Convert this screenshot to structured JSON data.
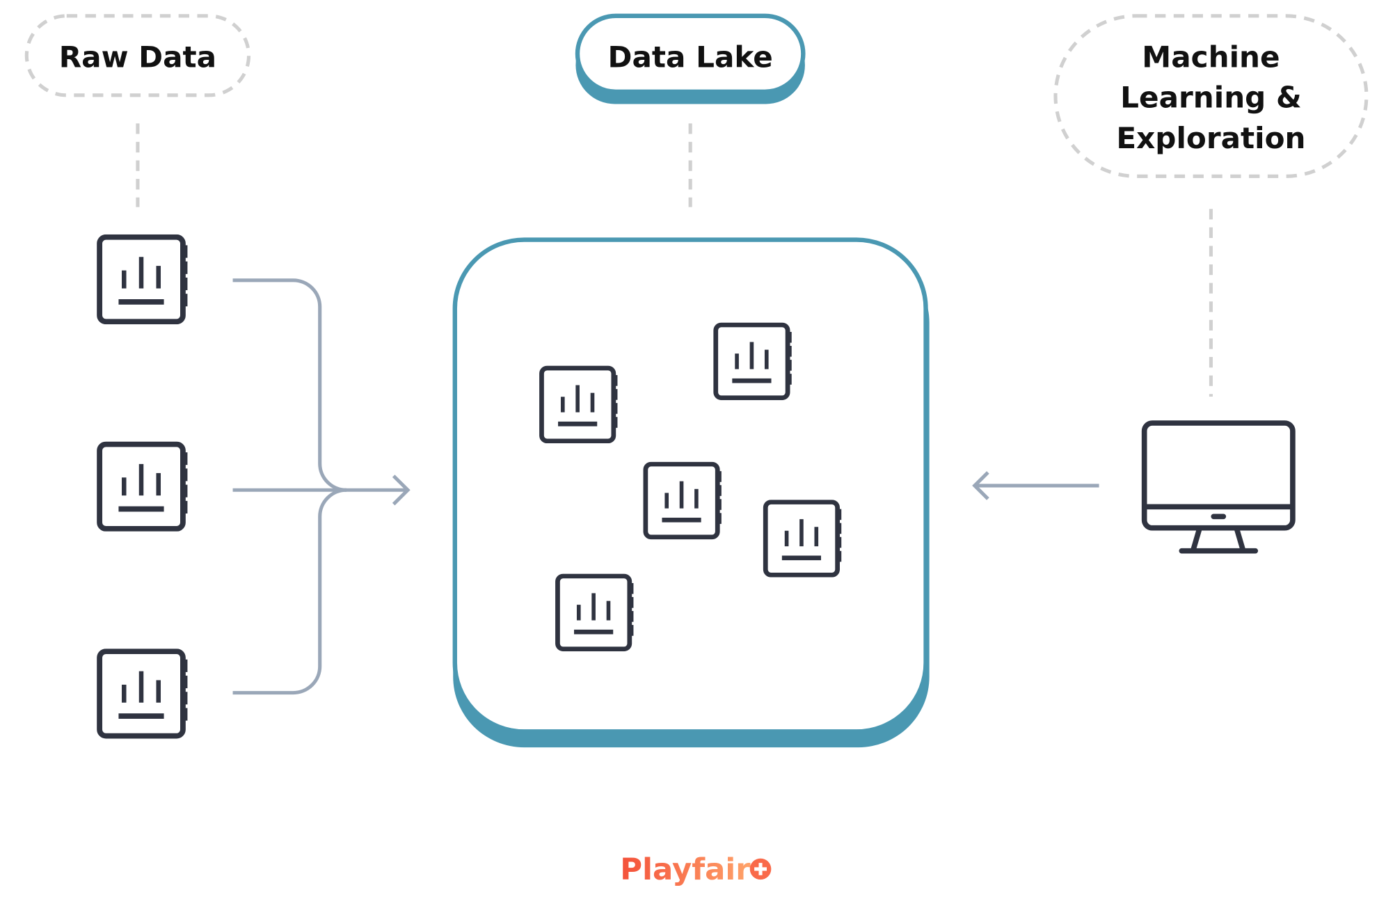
{
  "labels": {
    "raw_data": "Raw Data",
    "data_lake": "Data Lake",
    "ml_line1": "Machine",
    "ml_line2": "Learning &",
    "ml_line3": "Exploration"
  },
  "logo": {
    "text": "Playfair",
    "icon": "plus-circle-icon"
  },
  "colors": {
    "accent": "#4a98b2",
    "icon": "#2f3340",
    "connector": "#9aa7b8",
    "dashed": "#d0d0d0",
    "logo_start": "#f4513a",
    "logo_end": "#ffa36a"
  },
  "icons": {
    "raw_sources": [
      "notebook-chart-icon",
      "notebook-chart-icon",
      "notebook-chart-icon"
    ],
    "lake_items": [
      "notebook-chart-icon",
      "notebook-chart-icon",
      "notebook-chart-icon",
      "notebook-chart-icon",
      "notebook-chart-icon"
    ],
    "consumer": "monitor-icon"
  }
}
